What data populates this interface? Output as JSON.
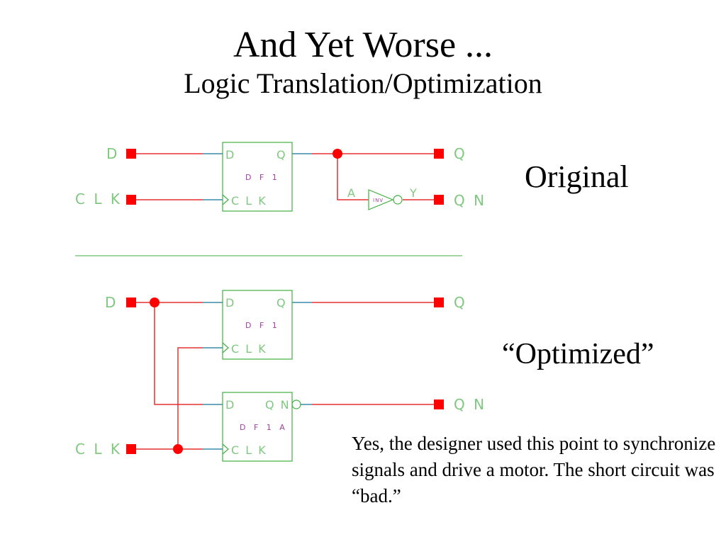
{
  "slide": {
    "title": "And Yet Worse ...",
    "subtitle": "Logic Translation/Optimization",
    "label_original": "Original",
    "label_optimized": "“Optimized”",
    "note": "Yes, the designer used this point to synchronize signals and drive a motor.  The short circuit was “bad.”"
  },
  "original": {
    "port_d": "D",
    "port_clk": "C L K",
    "port_q": "Q",
    "port_qn": "Q N",
    "ff": {
      "pin_d": "D",
      "pin_q": "Q",
      "pin_clk": "C L K",
      "name": "D F 1"
    },
    "inv": {
      "pin_a": "A",
      "pin_y": "Y",
      "name": "INV"
    }
  },
  "optimized": {
    "port_d": "D",
    "port_clk": "C L K",
    "port_q": "Q",
    "port_qn": "Q N",
    "ff1": {
      "pin_d": "D",
      "pin_q": "Q",
      "pin_clk": "C L K",
      "name": "D F 1"
    },
    "ff2": {
      "pin_d": "D",
      "pin_qn": "Q N",
      "pin_clk": "C L K",
      "name": "D F 1 A"
    }
  },
  "colors": {
    "wire": "#e83030",
    "port": "#ff0000",
    "component": "#40b040",
    "pin_stub": "#3a8aa8",
    "text_pin": "#80c880",
    "text_instance": "#a040a0"
  }
}
